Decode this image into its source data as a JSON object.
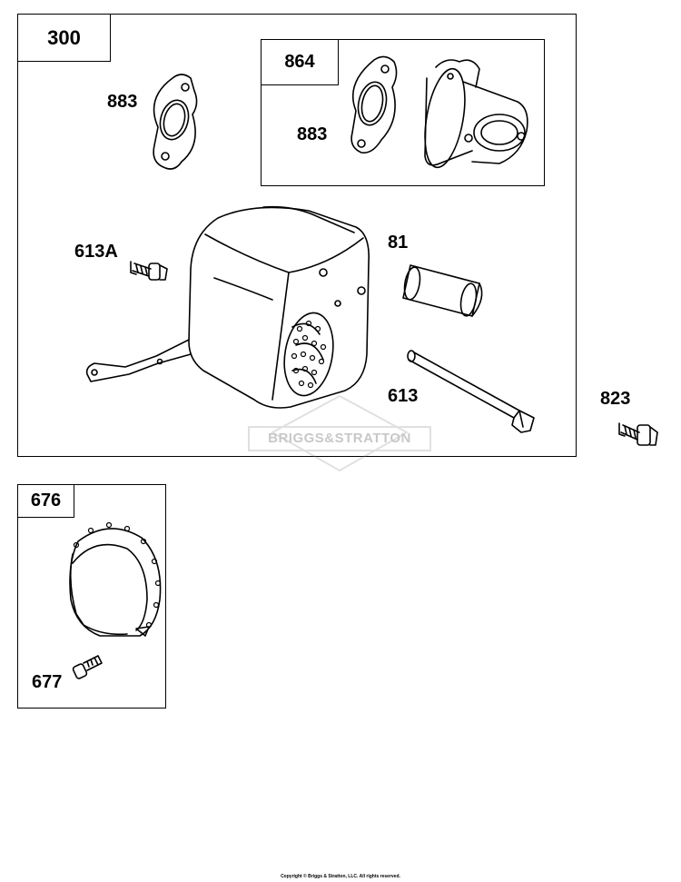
{
  "assemblies": {
    "muffler": {
      "number": "300"
    },
    "exhaust_manifold": {
      "number": "864"
    },
    "guard": {
      "number": "676"
    }
  },
  "parts": {
    "gasket_standalone": "883",
    "gasket_in_manifold": "883",
    "screw_613A": "613A",
    "deflector": "81",
    "stud_613": "613",
    "screw_823": "823",
    "screw_677": "677"
  },
  "watermark": {
    "text": "BRIGGS&STRATTON"
  },
  "footer": {
    "copyright": "Copyright © Briggs & Stratton, LLC. All rights reserved."
  }
}
